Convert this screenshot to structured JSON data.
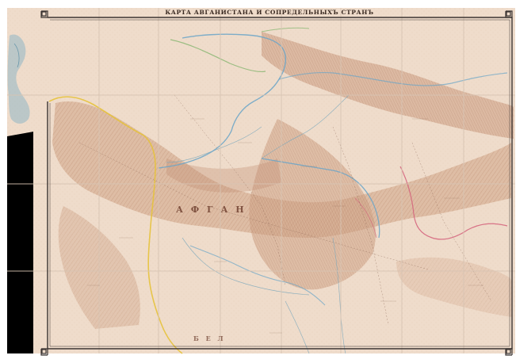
{
  "map": {
    "title": "КАРТА АВГАНИСТАНА И СОПРЕДЕЛЬНЫХЪ СТРАНЪ",
    "labels": {
      "region_center": "А Ф Г А Н",
      "region_south": "Б Е Л"
    }
  },
  "colors": {
    "paper": "#efdccb",
    "paper_edge": "#e2c9b4",
    "relief": "#c79879",
    "relief_dark": "#a86e52",
    "border_frame": "#3b3432",
    "water": "#8fb6c6",
    "boundary_blue": "#6aa5c8",
    "boundary_yellow": "#e6c23c",
    "boundary_red": "#d45f7a",
    "boundary_green": "#7fb36a",
    "missing_corner": "#000000"
  }
}
